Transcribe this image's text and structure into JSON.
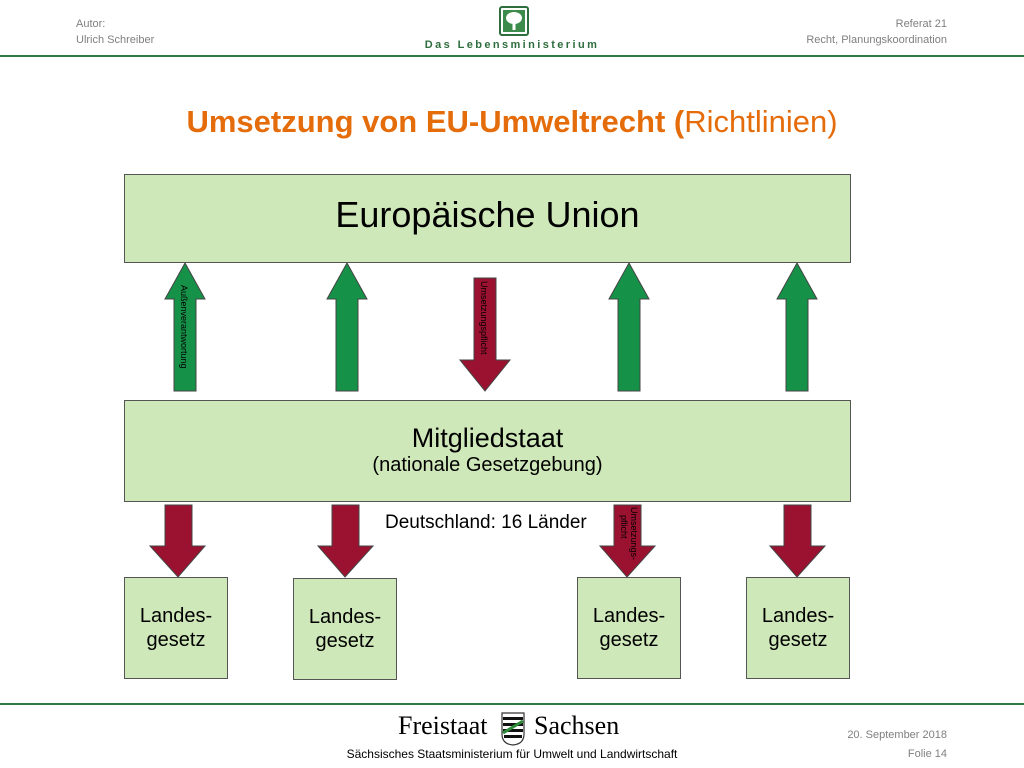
{
  "header": {
    "author_label": "Autor:",
    "author_name": "Ulrich Schreiber",
    "ministry_logo_text": "Das Lebensministerium",
    "dept_label": "Referat 21",
    "dept_name": "Recht, Planungskoordination"
  },
  "title": {
    "bold": "Umsetzung von EU-Umweltrecht (",
    "light": "Richtlinien)"
  },
  "diagram": {
    "eu_label": "Europäische Union",
    "member_state_label": "Mitgliedstaat",
    "member_state_sub": "(nationale Gesetzgebung)",
    "germany_label": "Deutschland: 16 Länder",
    "arrow_label_up": "Außenverantwortung",
    "arrow_label_down": "Umsetzungspflicht",
    "arrow_label_down2_line1": "Umsetzungs-",
    "arrow_label_down2_line2": "pflicht",
    "state_laws": [
      {
        "line1": "Landes-",
        "line2": "gesetz"
      },
      {
        "line1": "Landes-",
        "line2": "gesetz"
      },
      {
        "line1": "Landes-",
        "line2": "gesetz"
      },
      {
        "line1": "Landes-",
        "line2": "gesetz"
      }
    ]
  },
  "colors": {
    "up_arrow": "#169148",
    "down_arrow": "#9b1230",
    "box_fill": "#cfe8b9",
    "title": "#e46c0a",
    "rule": "#2f7a3f"
  },
  "footer": {
    "brand_left": "Freistaat",
    "brand_right": "Sachsen",
    "ministry": "Sächsisches Staatsministerium für Umwelt und Landwirtschaft",
    "date": "20. September 2018",
    "slide": "Folie 14"
  }
}
